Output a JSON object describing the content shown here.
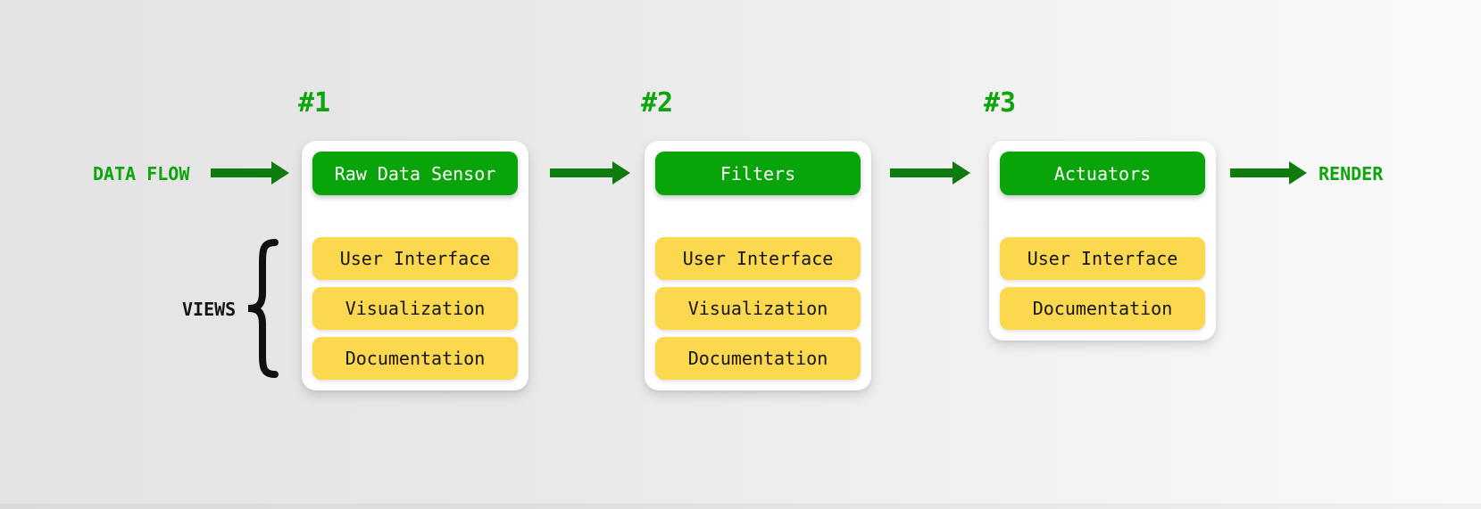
{
  "diagram": {
    "type": "pipeline-flow",
    "labels": {
      "data_flow": "DATA FLOW",
      "render": "RENDER",
      "views": "VIEWS"
    },
    "columns": [
      {
        "id": "#1",
        "header": "Raw Data Sensor",
        "views": [
          "User Interface",
          "Visualization",
          "Documentation"
        ]
      },
      {
        "id": "#2",
        "header": "Filters",
        "views": [
          "User Interface",
          "Visualization",
          "Documentation"
        ]
      },
      {
        "id": "#3",
        "header": "Actuators",
        "views": [
          "User Interface",
          "Documentation"
        ]
      }
    ],
    "colors": {
      "header_green": "#09a409",
      "label_green": "#0ca60c",
      "arrow_green": "#0d7b0d",
      "view_yellow": "#fbd84e",
      "card_white": "#ffffff",
      "background_left": "#e4e3e3",
      "background_right": "#fbfafa",
      "dark_text": "#161616"
    }
  }
}
